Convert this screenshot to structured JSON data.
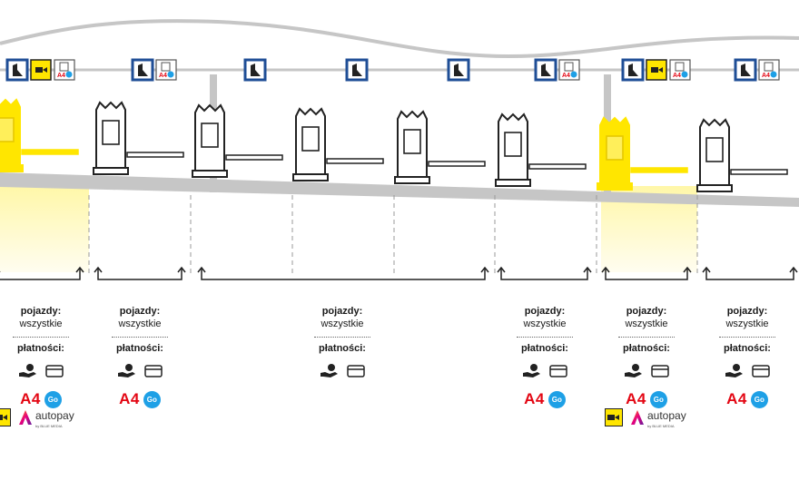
{
  "colors": {
    "accent_yellow": "#ffe600",
    "sign_blue": "#1f4e96",
    "road_gray": "#c6c6c6",
    "a4_red": "#e30613",
    "go_blue": "#1ea0e6"
  },
  "lanes": [
    {
      "id": "lane-1",
      "highlighted": true,
      "signs": [
        "ticket-machine-icon",
        "camera-icon",
        "a4go-icon"
      ],
      "vehicles": "pojazdy:",
      "vehicles_value": "wszystkie",
      "payments_label": "płatności:",
      "payments": [
        "cash-icon",
        "card-icon"
      ],
      "a4": "A4",
      "go": "Go",
      "extra": [
        "camera-icon",
        "autopay-logo"
      ]
    },
    {
      "id": "lane-2",
      "highlighted": false,
      "signs": [
        "ticket-machine-icon",
        "a4go-icon"
      ],
      "vehicles": "pojazdy:",
      "vehicles_value": "wszystkie",
      "payments_label": "płatności:",
      "payments": [
        "cash-icon",
        "card-icon"
      ],
      "a4": "A4",
      "go": "Go"
    },
    {
      "id": "lane-3",
      "highlighted": false,
      "signs": [
        "ticket-machine-icon"
      ]
    },
    {
      "id": "lane-4",
      "highlighted": false,
      "signs": [
        "ticket-machine-icon"
      ],
      "vehicles": "pojazdy:",
      "vehicles_value": "wszystkie",
      "payments_label": "płatności:",
      "payments": [
        "cash-icon",
        "card-icon"
      ]
    },
    {
      "id": "lane-5",
      "highlighted": false,
      "signs": [
        "ticket-machine-icon"
      ]
    },
    {
      "id": "lane-6",
      "highlighted": false,
      "signs": [
        "ticket-machine-icon",
        "a4go-icon"
      ],
      "vehicles": "pojazdy:",
      "vehicles_value": "wszystkie",
      "payments_label": "płatności:",
      "payments": [
        "cash-icon",
        "card-icon"
      ],
      "a4": "A4",
      "go": "Go"
    },
    {
      "id": "lane-7",
      "highlighted": true,
      "signs": [
        "ticket-machine-icon",
        "camera-icon",
        "a4go-icon"
      ],
      "vehicles": "pojazdy:",
      "vehicles_value": "wszystkie",
      "payments_label": "płatności:",
      "payments": [
        "cash-icon",
        "card-icon"
      ],
      "a4": "A4",
      "go": "Go",
      "extra": [
        "camera-icon",
        "autopay-logo"
      ]
    },
    {
      "id": "lane-8",
      "highlighted": false,
      "signs": [
        "ticket-machine-icon",
        "a4go-icon"
      ],
      "vehicles": "pojazdy:",
      "vehicles_value": "wszystkie",
      "payments_label": "płatności:",
      "payments": [
        "cash-icon",
        "card-icon"
      ],
      "a4": "A4",
      "go": "Go"
    }
  ],
  "autopay": {
    "name": "autopay",
    "sub": "by BLUE MEDIA"
  }
}
